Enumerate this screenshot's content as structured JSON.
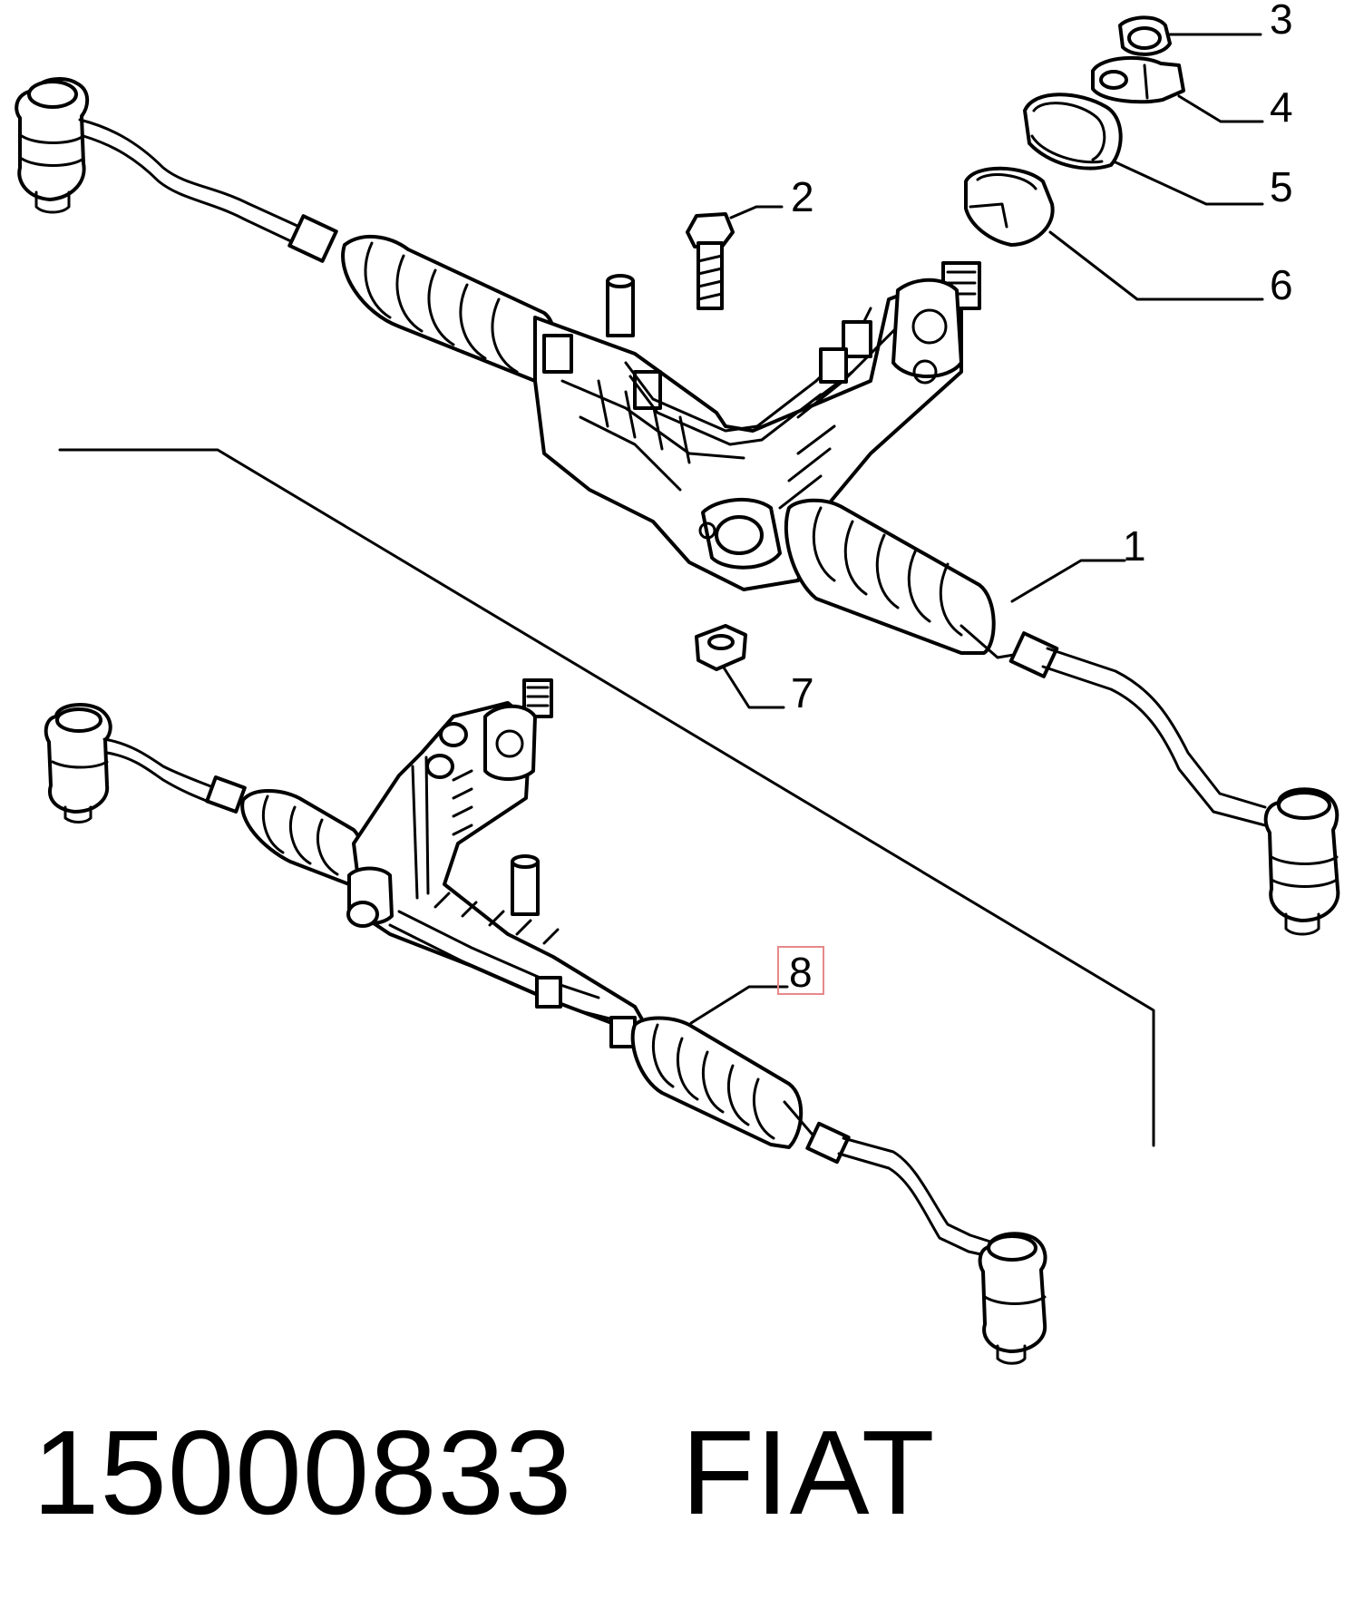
{
  "callouts": [
    {
      "id": "1",
      "label": "1"
    },
    {
      "id": "2",
      "label": "2"
    },
    {
      "id": "3",
      "label": "3"
    },
    {
      "id": "4",
      "label": "4"
    },
    {
      "id": "5",
      "label": "5"
    },
    {
      "id": "6",
      "label": "6"
    },
    {
      "id": "7",
      "label": "7"
    },
    {
      "id": "8",
      "label": "8",
      "highlighted": true
    }
  ],
  "caption": {
    "part_number": "15000833",
    "brand": "FIAT"
  },
  "colors": {
    "line": "#000000",
    "highlight": "#e8888a",
    "background": "#ffffff"
  }
}
